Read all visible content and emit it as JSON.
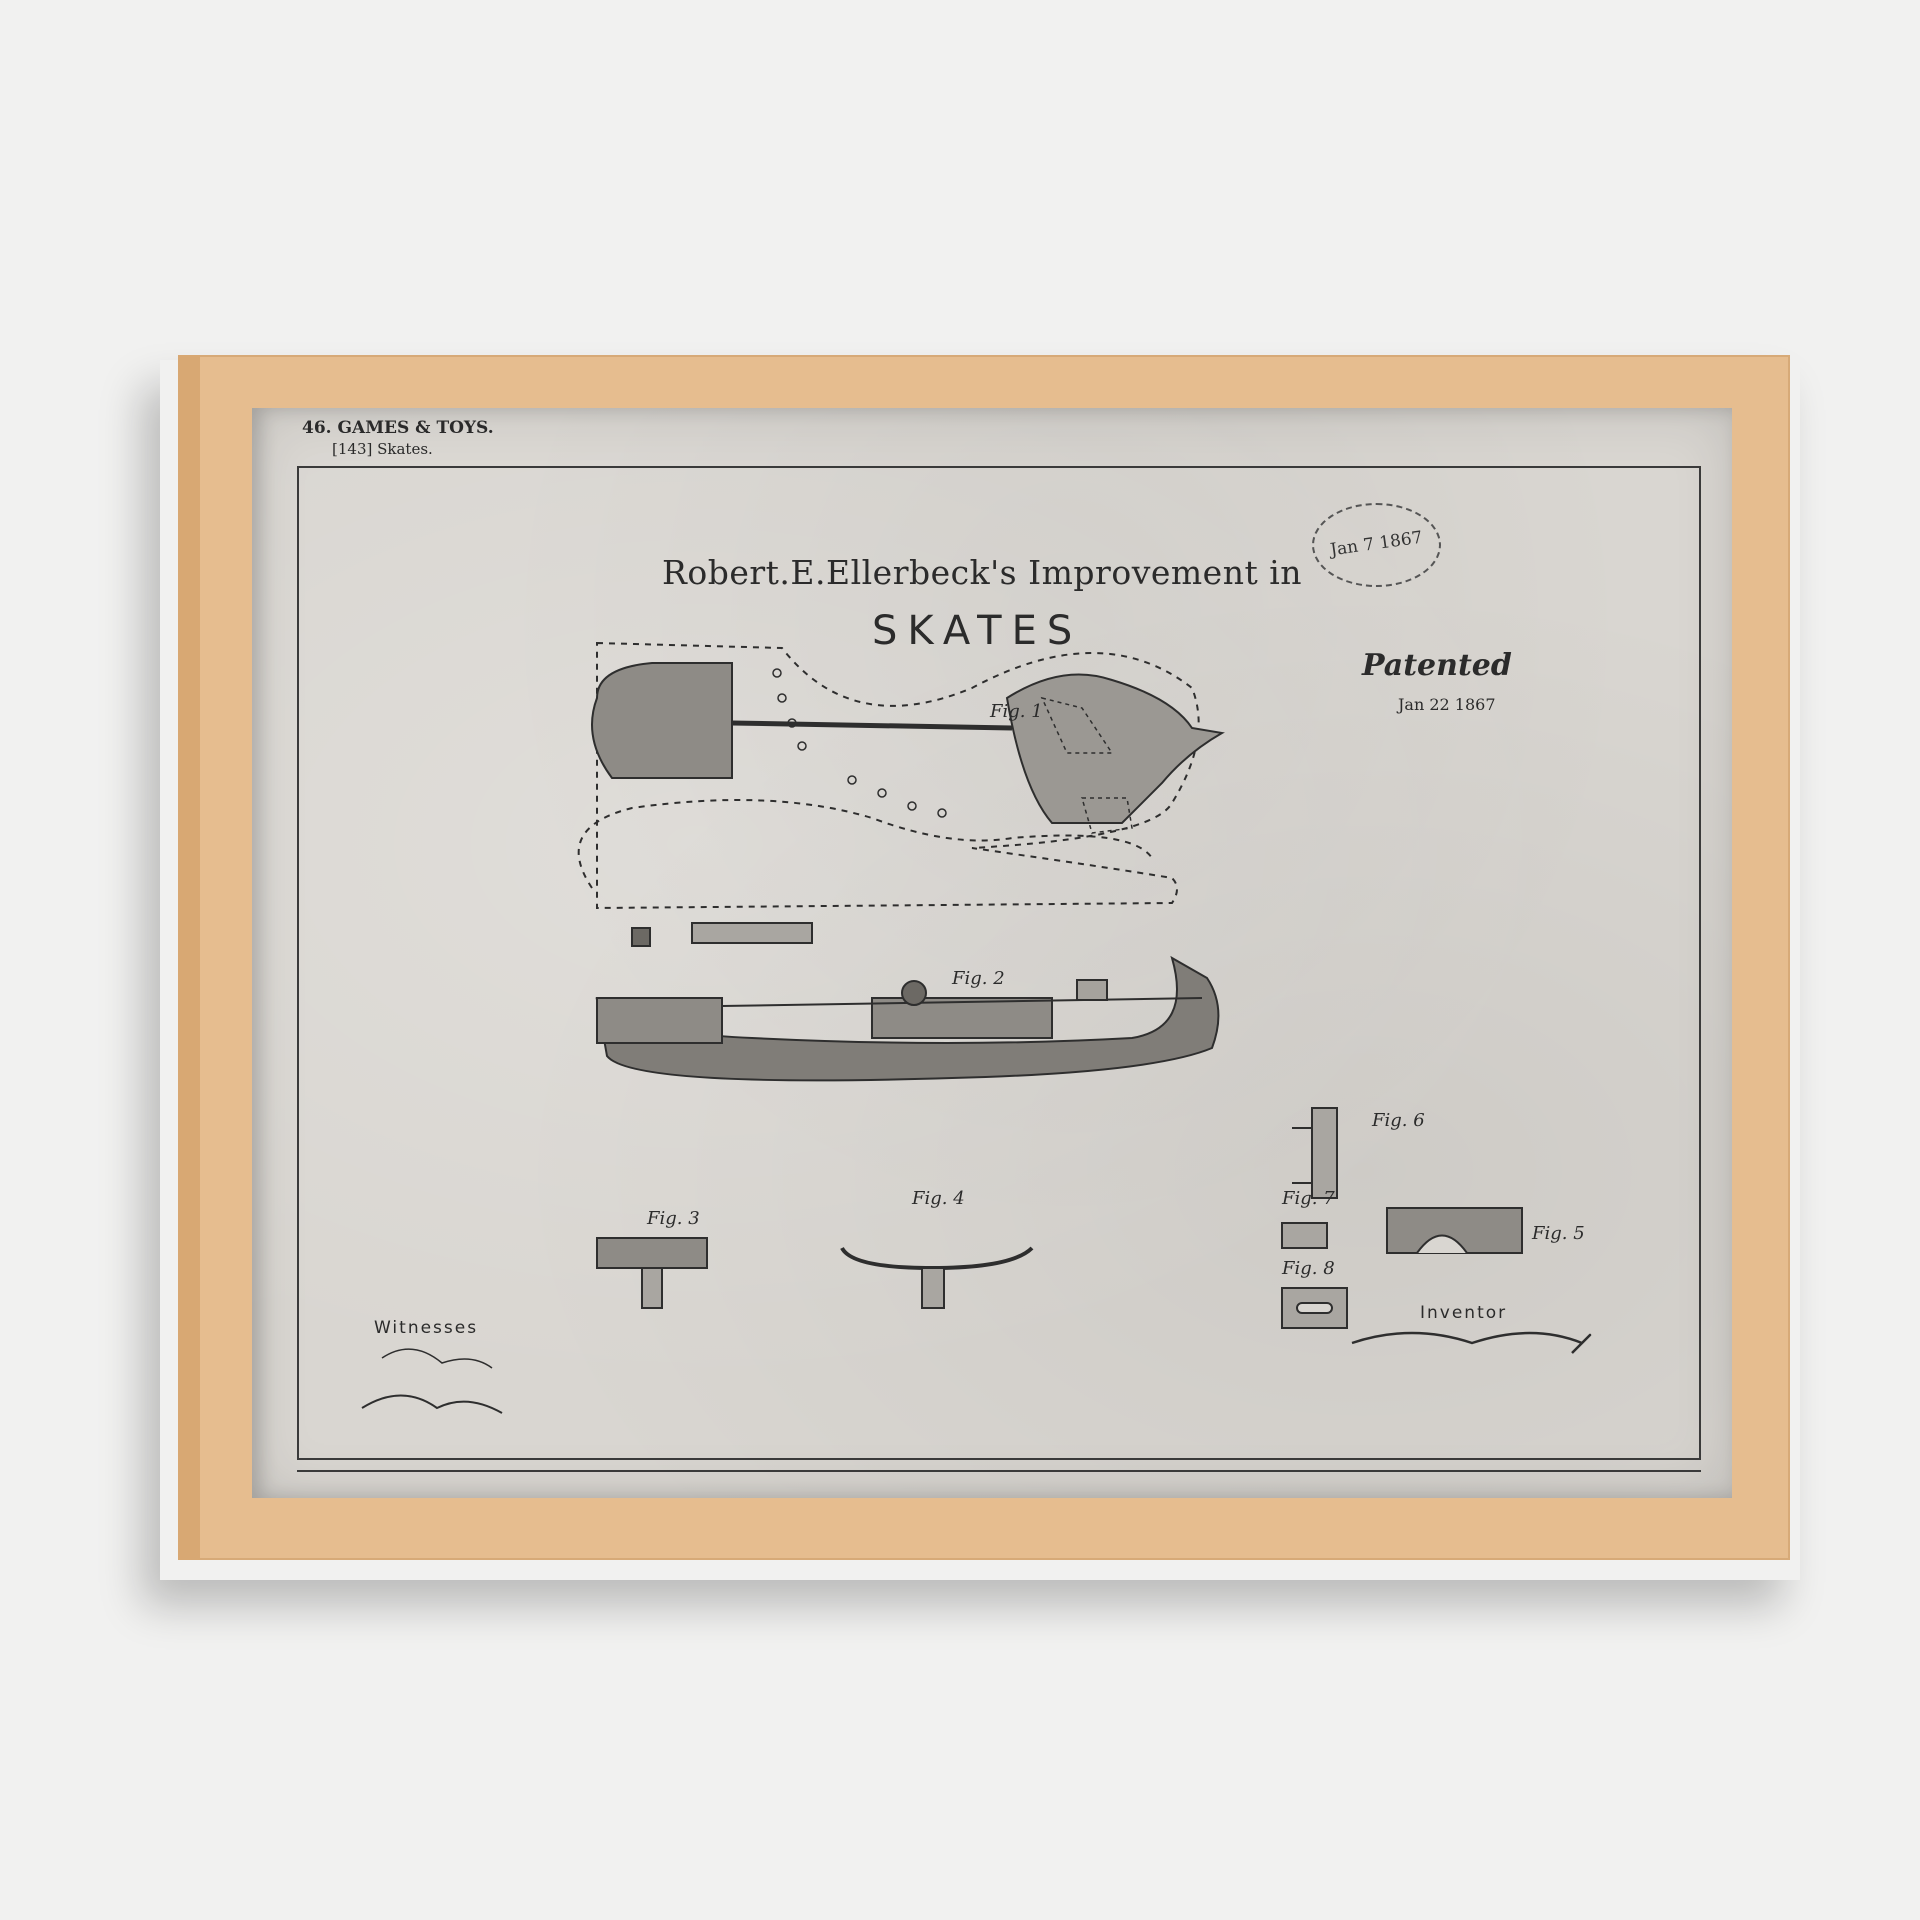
{
  "poster": {
    "header_line1": "46. GAMES & TOYS.",
    "header_line2": "[143]  Skates.",
    "title": "Robert.E.Ellerbeck's Improvement in",
    "subtitle": "SKATES",
    "stamp_date": "Jan 7 1867",
    "patented_label": "Patented",
    "patent_date": "Jan 22 1867",
    "witnesses_label": "Witnesses",
    "inventor_label": "Inventor",
    "figures": [
      "Fig. 1",
      "Fig. 2",
      "Fig. 3",
      "Fig. 4",
      "Fig. 5",
      "Fig. 6",
      "Fig. 7",
      "Fig. 8"
    ]
  },
  "colors": {
    "wall": "#f1f1f0",
    "frame_wood": "#e6bd8f",
    "paper": "#d9d6d1",
    "ink": "#2b2b2b"
  }
}
